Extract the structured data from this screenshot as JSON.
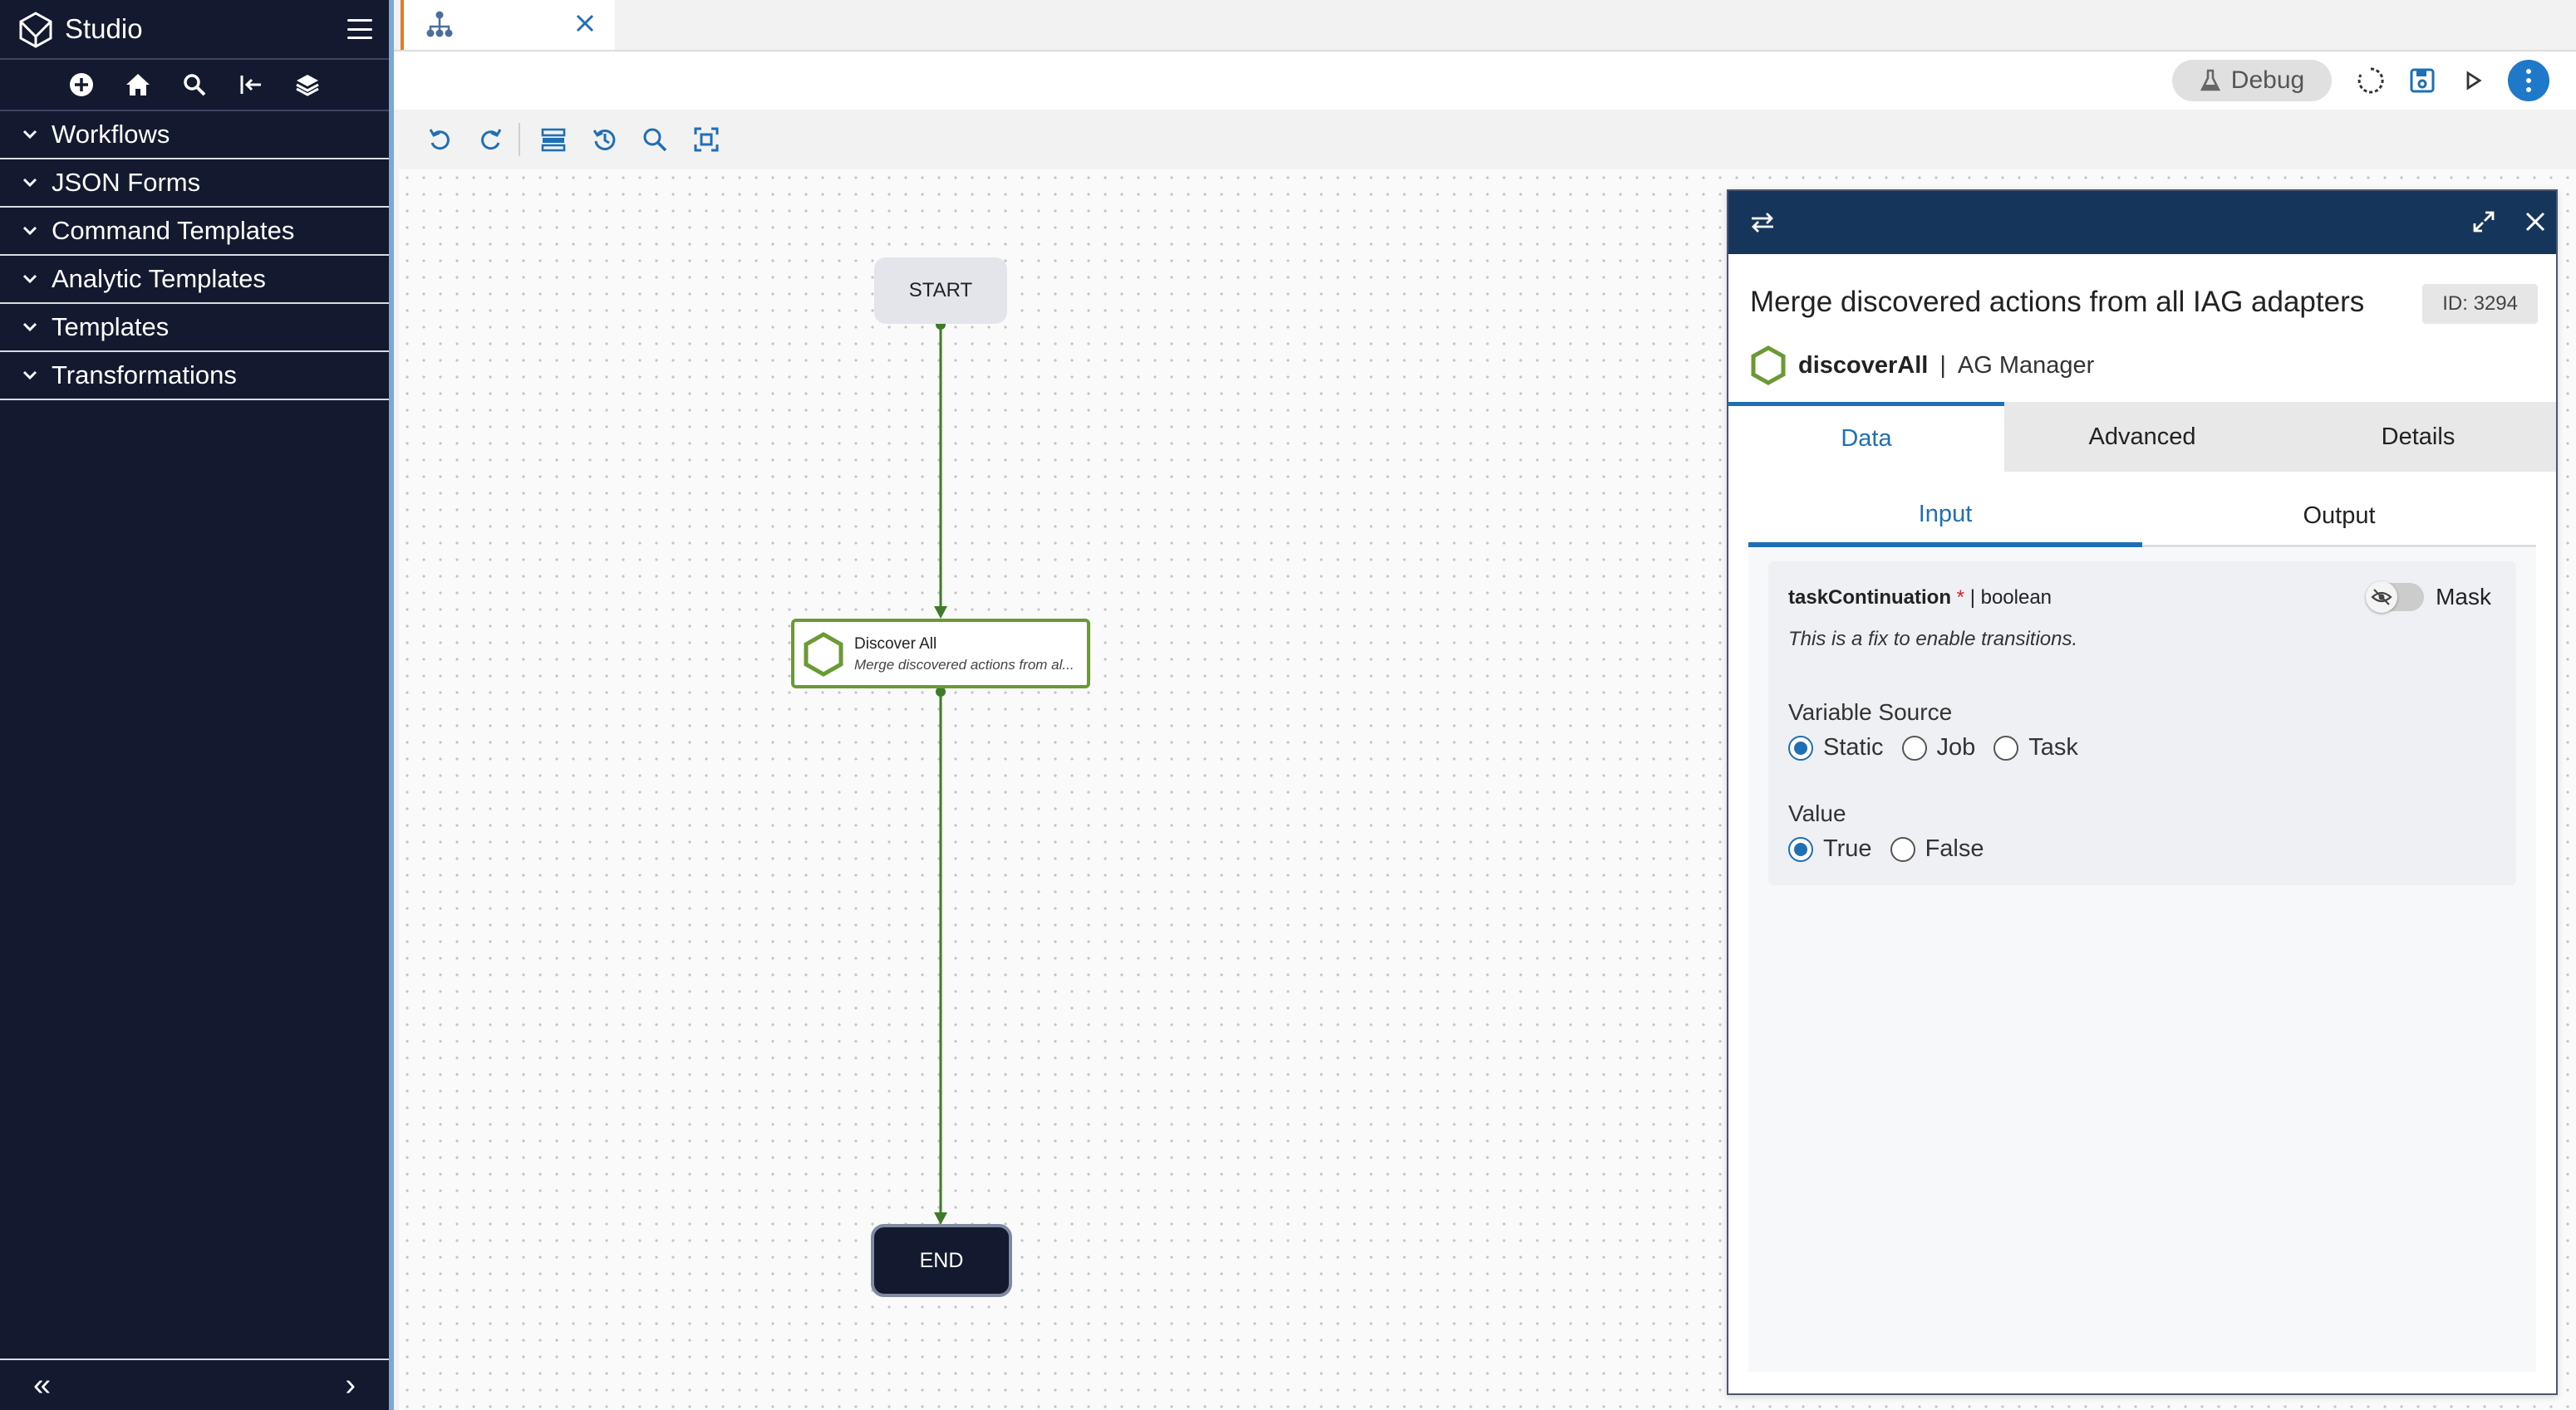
{
  "app": {
    "title": "Studio"
  },
  "sidebar": {
    "tools": [
      "add-icon",
      "home-icon",
      "search-icon",
      "exit-icon",
      "layers-icon"
    ],
    "items": [
      {
        "label": "Workflows"
      },
      {
        "label": "JSON Forms"
      },
      {
        "label": "Command Templates"
      },
      {
        "label": "Analytic Templates"
      },
      {
        "label": "Templates"
      },
      {
        "label": "Transformations"
      }
    ],
    "footer": {
      "collapse": "«",
      "expand": "›"
    }
  },
  "toolbar": {
    "debug_label": "Debug"
  },
  "canvas": {
    "start_label": "START",
    "end_label": "END",
    "task": {
      "title": "Discover All",
      "summary": "Merge discovered actions from al..."
    }
  },
  "panel": {
    "title": "Merge discovered actions from all IAG adapters",
    "id_badge": "ID: 3294",
    "method": "discoverAll",
    "separator": "|",
    "app_name": "AG Manager",
    "tabs": [
      {
        "label": "Data"
      },
      {
        "label": "Advanced"
      },
      {
        "label": "Details"
      }
    ],
    "active_tab": "Data",
    "subtabs": [
      {
        "label": "Input"
      },
      {
        "label": "Output"
      }
    ],
    "active_subtab": "Input",
    "variable": {
      "name": "taskContinuation",
      "required_mark": "*",
      "type": "| boolean",
      "description": "This is a fix to enable transitions.",
      "mask_label": "Mask",
      "mask_enabled": false,
      "source_label": "Variable Source",
      "sources": [
        "Static",
        "Job",
        "Task"
      ],
      "source_selected": "Static",
      "value_label": "Value",
      "values": [
        "True",
        "False"
      ],
      "value_selected": "True"
    }
  },
  "colors": {
    "accent": "#1f6fb5",
    "sidebar_bg": "#131a2f",
    "panel_header": "#15355a",
    "task_border": "#6a9a34"
  }
}
